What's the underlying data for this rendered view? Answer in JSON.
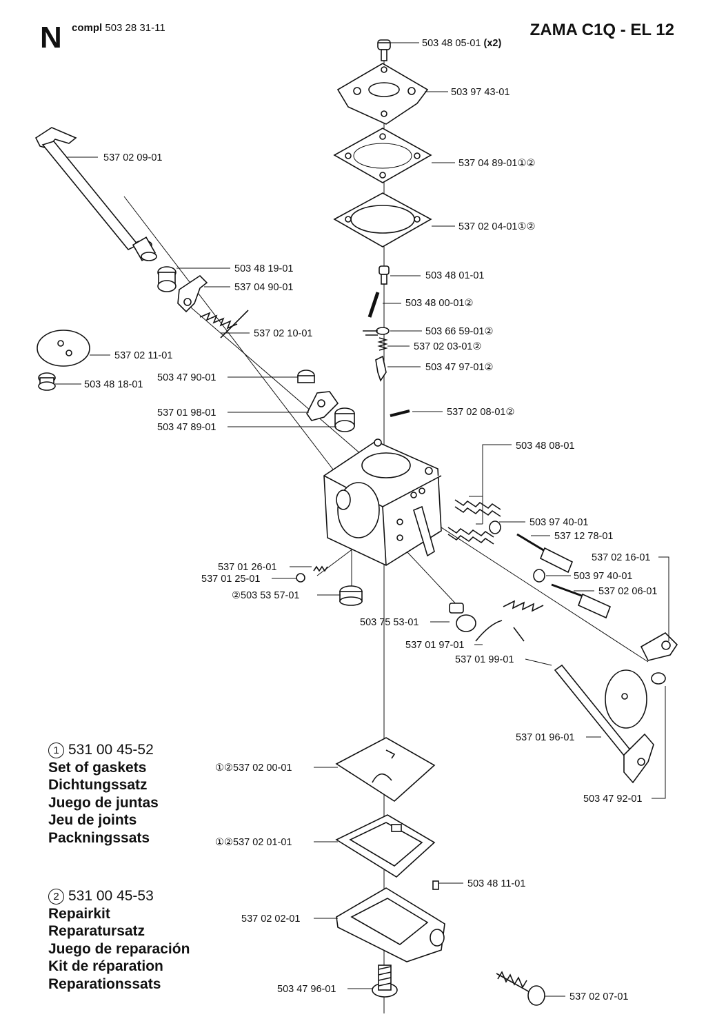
{
  "header": {
    "section_letter": "N",
    "compl_prefix": "compl",
    "compl_number": "503 28 31-11",
    "title": "ZAMA C1Q - EL 12"
  },
  "kits": [
    {
      "marker": "1",
      "number": "531 00 45-52",
      "lines": [
        "Set of gaskets",
        "Dichtungssatz",
        "Juego de juntas",
        "Jeu de joints",
        "Packningssats"
      ]
    },
    {
      "marker": "2",
      "number": "531 00 45-53",
      "lines": [
        "Repairkit",
        "Reparatursatz",
        "Juego de reparación",
        "Kit de réparation",
        "Reparationssats"
      ]
    }
  ],
  "parts": [
    {
      "id": "screw-top",
      "number": "503 48 05-01",
      "suffix": "(x2)"
    },
    {
      "id": "pump-cover",
      "number": "503 97 43-01",
      "suffix": ""
    },
    {
      "id": "pump-diaphragm",
      "number": "537 04 89-01",
      "suffix": "①②"
    },
    {
      "id": "pump-gasket",
      "number": "537 02 04-01",
      "suffix": "①②"
    },
    {
      "id": "lever-screw",
      "number": "503 48 01-01",
      "suffix": ""
    },
    {
      "id": "pin",
      "number": "503 48 00-01",
      "suffix": "②"
    },
    {
      "id": "metering-lever",
      "number": "503 66 59-01",
      "suffix": "②"
    },
    {
      "id": "lever-spring",
      "number": "537 02 03-01",
      "suffix": "②"
    },
    {
      "id": "inlet-needle",
      "number": "503 47 97-01",
      "suffix": "②"
    },
    {
      "id": "gasket-strip",
      "number": "537 02 08-01",
      "suffix": "②"
    },
    {
      "id": "throttle-shaft",
      "number": "537 02 09-01",
      "suffix": ""
    },
    {
      "id": "bushing",
      "number": "503 48 19-01",
      "suffix": ""
    },
    {
      "id": "throttle-lever",
      "number": "537 04 90-01",
      "suffix": ""
    },
    {
      "id": "return-spring",
      "number": "537 02 10-01",
      "suffix": ""
    },
    {
      "id": "throttle-plate",
      "number": "537 02 11-01",
      "suffix": ""
    },
    {
      "id": "plate-screw",
      "number": "503 48 18-01",
      "suffix": ""
    },
    {
      "id": "cam-screw",
      "number": "503 47 90-01",
      "suffix": ""
    },
    {
      "id": "cam",
      "number": "537 01 98-01",
      "suffix": ""
    },
    {
      "id": "cam-bushing",
      "number": "503 47 89-01",
      "suffix": ""
    },
    {
      "id": "needle-springs",
      "number": "503 48 08-01",
      "suffix": ""
    },
    {
      "id": "washer-1",
      "number": "503 97 40-01",
      "suffix": ""
    },
    {
      "id": "high-needle",
      "number": "537 12 78-01",
      "suffix": ""
    },
    {
      "id": "limiter-cap",
      "number": "537 02 16-01",
      "suffix": ""
    },
    {
      "id": "washer-2",
      "number": "503 97 40-01",
      "suffix": ""
    },
    {
      "id": "low-needle",
      "number": "537 02 06-01",
      "suffix": ""
    },
    {
      "id": "check-spring",
      "number": "537 01 26-01",
      "suffix": ""
    },
    {
      "id": "check-ball",
      "number": "537 01 25-01",
      "suffix": ""
    },
    {
      "id": "filter-screen",
      "number": "503 53 57-01",
      "prefix": "②"
    },
    {
      "id": "idle-screw",
      "number": "503 75 53-01",
      "suffix": ""
    },
    {
      "id": "idle-spring",
      "number": "537 01 97-01",
      "suffix": ""
    },
    {
      "id": "choke-spring",
      "number": "537 01 99-01",
      "suffix": ""
    },
    {
      "id": "choke-shaft",
      "number": "537 01 96-01",
      "suffix": ""
    },
    {
      "id": "choke-plate-screw",
      "number": "503 47 92-01",
      "suffix": ""
    },
    {
      "id": "metering-diaphragm",
      "number": "537 02 00-01",
      "prefix": "①②"
    },
    {
      "id": "metering-gasket",
      "number": "537 02 01-01",
      "prefix": "①②"
    },
    {
      "id": "plug",
      "number": "503 48 11-01",
      "suffix": ""
    },
    {
      "id": "metering-cover",
      "number": "537 02 02-01",
      "suffix": ""
    },
    {
      "id": "cover-screw",
      "number": "503 47 96-01",
      "suffix": ""
    },
    {
      "id": "cover-screw-2",
      "number": "537 02 07-01",
      "suffix": ""
    }
  ]
}
